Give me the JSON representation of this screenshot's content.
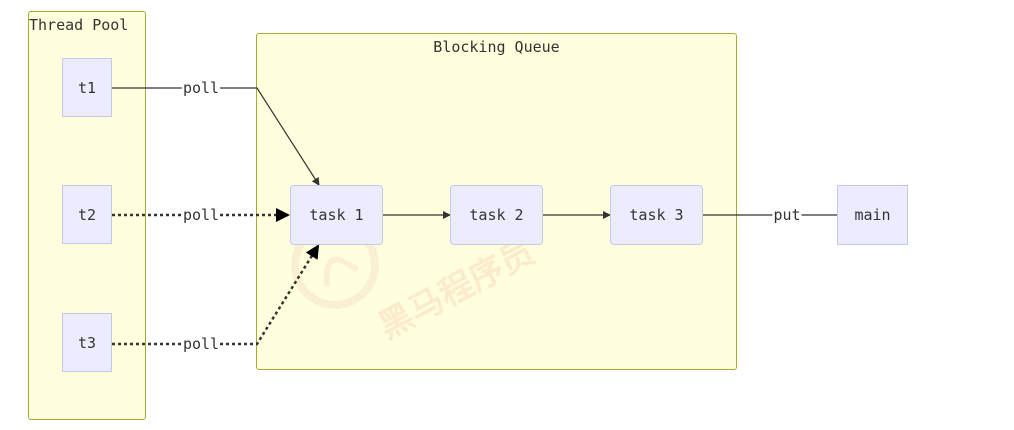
{
  "clusters": {
    "thread_pool": "Thread Pool",
    "blocking_queue": "Blocking Queue"
  },
  "nodes": {
    "t1": "t1",
    "t2": "t2",
    "t3": "t3",
    "task1": "task 1",
    "task2": "task 2",
    "task3": "task 3",
    "main": "main"
  },
  "edges": {
    "t1_poll": "poll",
    "t2_poll": "poll",
    "t3_poll": "poll",
    "main_put": "put"
  },
  "watermark": {
    "text": "黑马程序员"
  },
  "colors": {
    "cluster_fill": "#ffffde",
    "cluster_border": "#aaaa33",
    "node_fill": "#ececff",
    "node_border": "#9370db",
    "edge": "#333333"
  }
}
